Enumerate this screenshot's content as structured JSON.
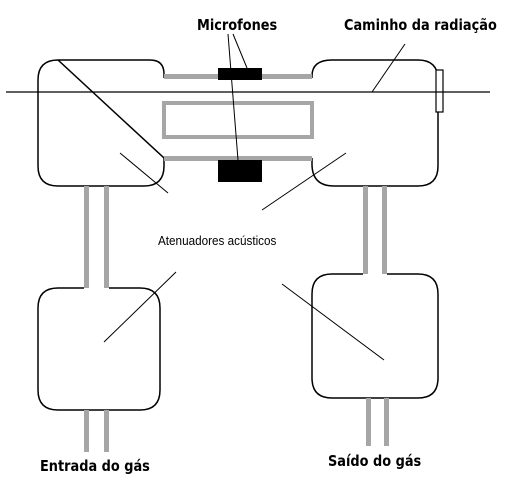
{
  "labels": {
    "microphones": "Microfones",
    "radiation_path": "Caminho da radiação",
    "acoustic_attenuators": "Atenuadores acústicos",
    "gas_inlet": "Entrada do gás",
    "gas_outlet": "Saído do gás"
  },
  "colors": {
    "outline": "#000000",
    "pipe_fill": "#a6a6a6",
    "microphone": "#000000",
    "background": "#ffffff"
  }
}
